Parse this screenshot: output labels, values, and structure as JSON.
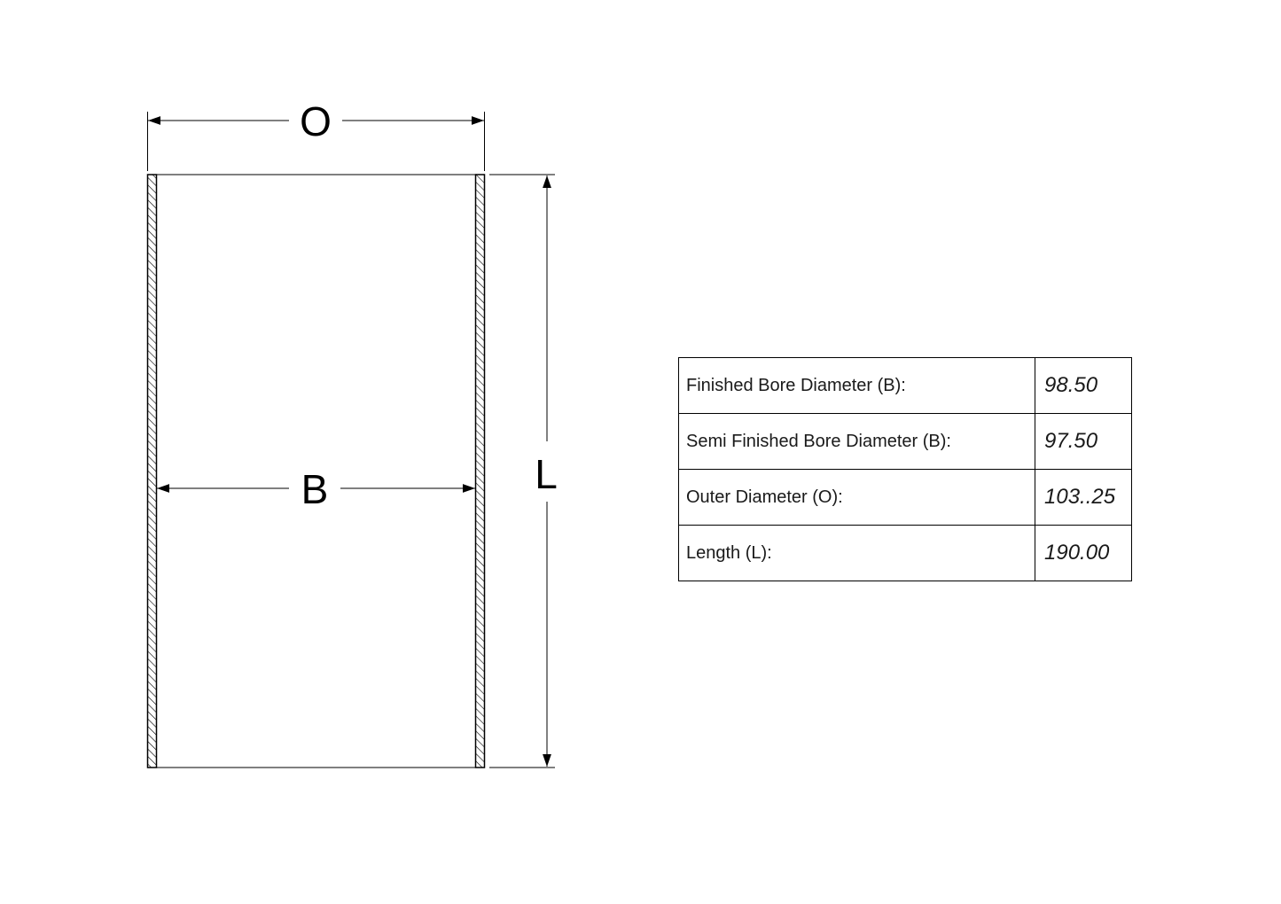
{
  "diagram": {
    "labels": {
      "outer": "O",
      "bore": "B",
      "length": "L"
    }
  },
  "specs": [
    {
      "label": "Finished Bore Diameter (B):",
      "value": "98.50"
    },
    {
      "label": "Semi Finished Bore Diameter (B):",
      "value": "97.50"
    },
    {
      "label": "Outer Diameter (O):",
      "value": "103..25"
    },
    {
      "label": "Length (L):",
      "value": "190.00"
    }
  ]
}
